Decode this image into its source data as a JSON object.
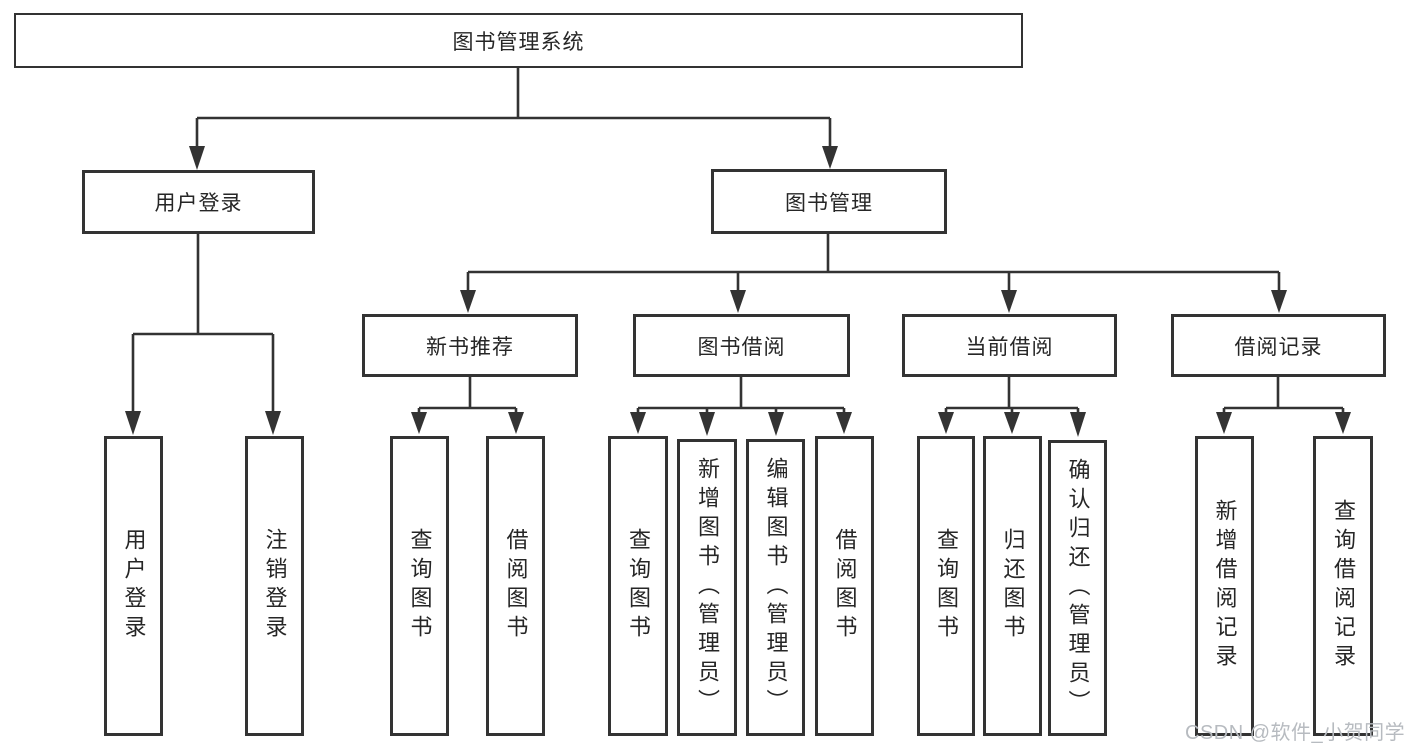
{
  "colors": {
    "line": "#333333",
    "text": "#262626",
    "watermark": "#b7bbc0",
    "background": "#ffffff"
  },
  "watermark": "CSDN @软件_小贺同学",
  "tree": {
    "root": {
      "label": "图书管理系统"
    },
    "branches": [
      {
        "label": "用户登录",
        "children": [
          {
            "label": "用户登录"
          },
          {
            "label": "注销登录"
          }
        ]
      },
      {
        "label": "图书管理",
        "groups": [
          {
            "label": "新书推荐",
            "children": [
              {
                "label": "查询图书"
              },
              {
                "label": "借阅图书"
              }
            ]
          },
          {
            "label": "图书借阅",
            "children": [
              {
                "label": "查询图书"
              },
              {
                "label": "新增图书（管理员）"
              },
              {
                "label": "编辑图书（管理员）"
              },
              {
                "label": "借阅图书"
              }
            ]
          },
          {
            "label": "当前借阅",
            "children": [
              {
                "label": "查询图书"
              },
              {
                "label": "归还图书"
              },
              {
                "label": "确认归还（管理员）"
              }
            ]
          },
          {
            "label": "借阅记录",
            "children": [
              {
                "label": "新增借阅记录"
              },
              {
                "label": "查询借阅记录"
              }
            ]
          }
        ]
      }
    ]
  }
}
